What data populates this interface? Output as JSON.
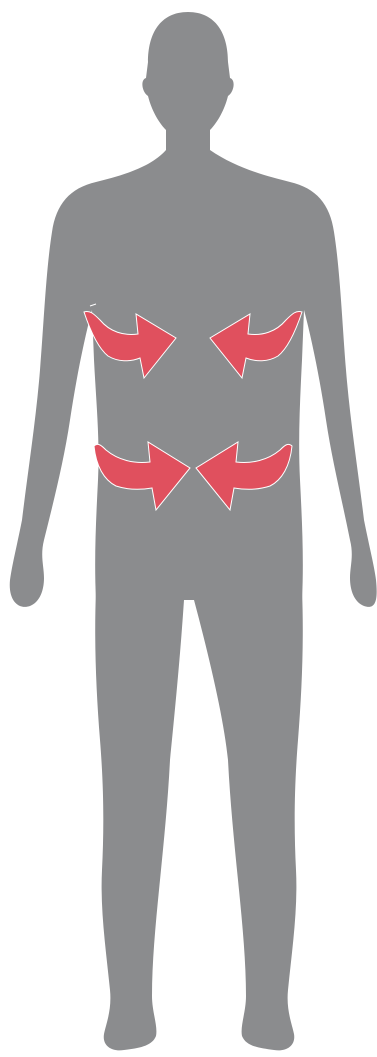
{
  "figure": {
    "subject": "human-body-silhouette-front",
    "body_color": "#8b8c8e",
    "arrow_color": "#e0505e",
    "arrow_highlight": "#ffffff"
  },
  "arrows": [
    {
      "name": "upper-left-wrap-arrow",
      "icon": "curved-arrow-right-icon"
    },
    {
      "name": "upper-right-wrap-arrow",
      "icon": "curved-arrow-left-icon"
    },
    {
      "name": "lower-left-wrap-arrow",
      "icon": "curved-arrow-right-icon"
    },
    {
      "name": "lower-right-wrap-arrow",
      "icon": "curved-arrow-left-icon"
    }
  ]
}
